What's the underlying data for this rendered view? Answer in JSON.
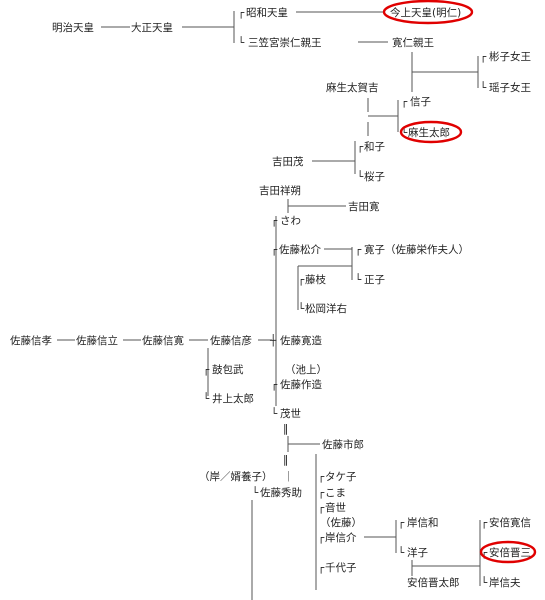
{
  "people": {
    "meiji": "明治天皇",
    "taisho": "大正天皇",
    "showa": "昭和天皇",
    "kinjo": "今上天皇(明仁)",
    "mikasa": "三笠宮崇仁親王",
    "tomohito": "寛仁親王",
    "akiko": "彬子女王",
    "yoko": "瑶子女王",
    "aso_takakichi": "麻生太賀吉",
    "nobuko": "信子",
    "aso_taro": "麻生太郎",
    "kazuko": "和子",
    "yoshida_shigeru": "吉田茂",
    "sakurako": "桜子",
    "yoshida_shosaku": "吉田祥朔",
    "yoshida_hiroshi": "吉田寛",
    "sawa": "さわ",
    "sato_shosuke": "佐藤松介",
    "hiroko": "寛子（佐藤栄作夫人）",
    "masako": "正子",
    "fujie": "藤枝",
    "matsuoka": "松岡洋右",
    "sato_nobutaka": "佐藤信孝",
    "sato_nobutatsu": "佐藤信立",
    "sato_nobuhiro": "佐藤信寛",
    "sato_nobuhiko": "佐藤信彦",
    "sato_hirozo": "佐藤寛造",
    "tsutsumi": "鼓包武",
    "inoue_taro": "井上太郎",
    "ikegami": "（池上）",
    "sato_sakuzo": "佐藤作造",
    "moyo": "茂世",
    "sato_ichiro": "佐藤市郎",
    "kishi_adopt": "（岸／婿養子）",
    "take": "タケ子",
    "sato_hidesuke": "佐藤秀助",
    "koma": "こま",
    "otose": "音世",
    "sato_paren": "（佐藤）",
    "kishi_nobusuke": "岸信介",
    "kishi_nobukazu": "岸信和",
    "abe_hironobu": "安倍寛信",
    "yoko2": "洋子",
    "abe_shinzo": "安倍晋三",
    "chiyoko": "千代子",
    "abe_shintaro": "安倍晋太郎",
    "kishi_nobuo": "岸信夫"
  },
  "glyphs": {
    "corner_top": "┌",
    "corner_bottom": "└",
    "pipe": "｜",
    "double_pipe": "‖",
    "tee": "┼"
  },
  "highlight_color": "#e00000"
}
